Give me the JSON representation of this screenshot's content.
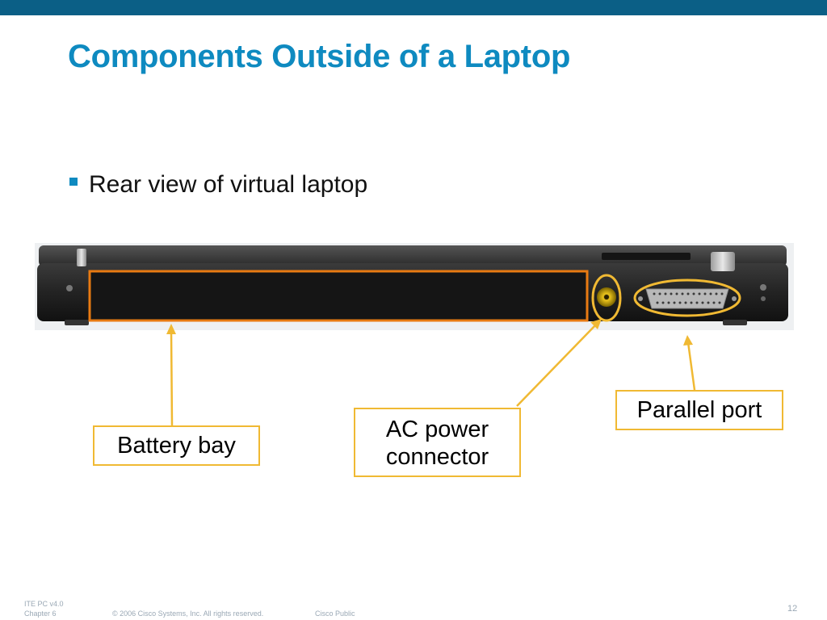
{
  "slide": {
    "title": "Components Outside of a Laptop",
    "bullet": "Rear view of virtual laptop",
    "colors": {
      "top_bar": "#0b5f86",
      "title": "#0e8ac0",
      "highlight_outline": "#e87a12",
      "callout_border": "#f0b933"
    }
  },
  "figure": {
    "callouts": {
      "battery_bay": "Battery bay",
      "ac_power_line1": "AC power",
      "ac_power_line2": "connector",
      "parallel_port": "Parallel port"
    }
  },
  "footer": {
    "course": "ITE PC v4.0",
    "chapter": "Chapter 6",
    "copyright": "© 2006 Cisco Systems, Inc. All rights reserved.",
    "classification": "Cisco Public",
    "page_number": "12"
  }
}
